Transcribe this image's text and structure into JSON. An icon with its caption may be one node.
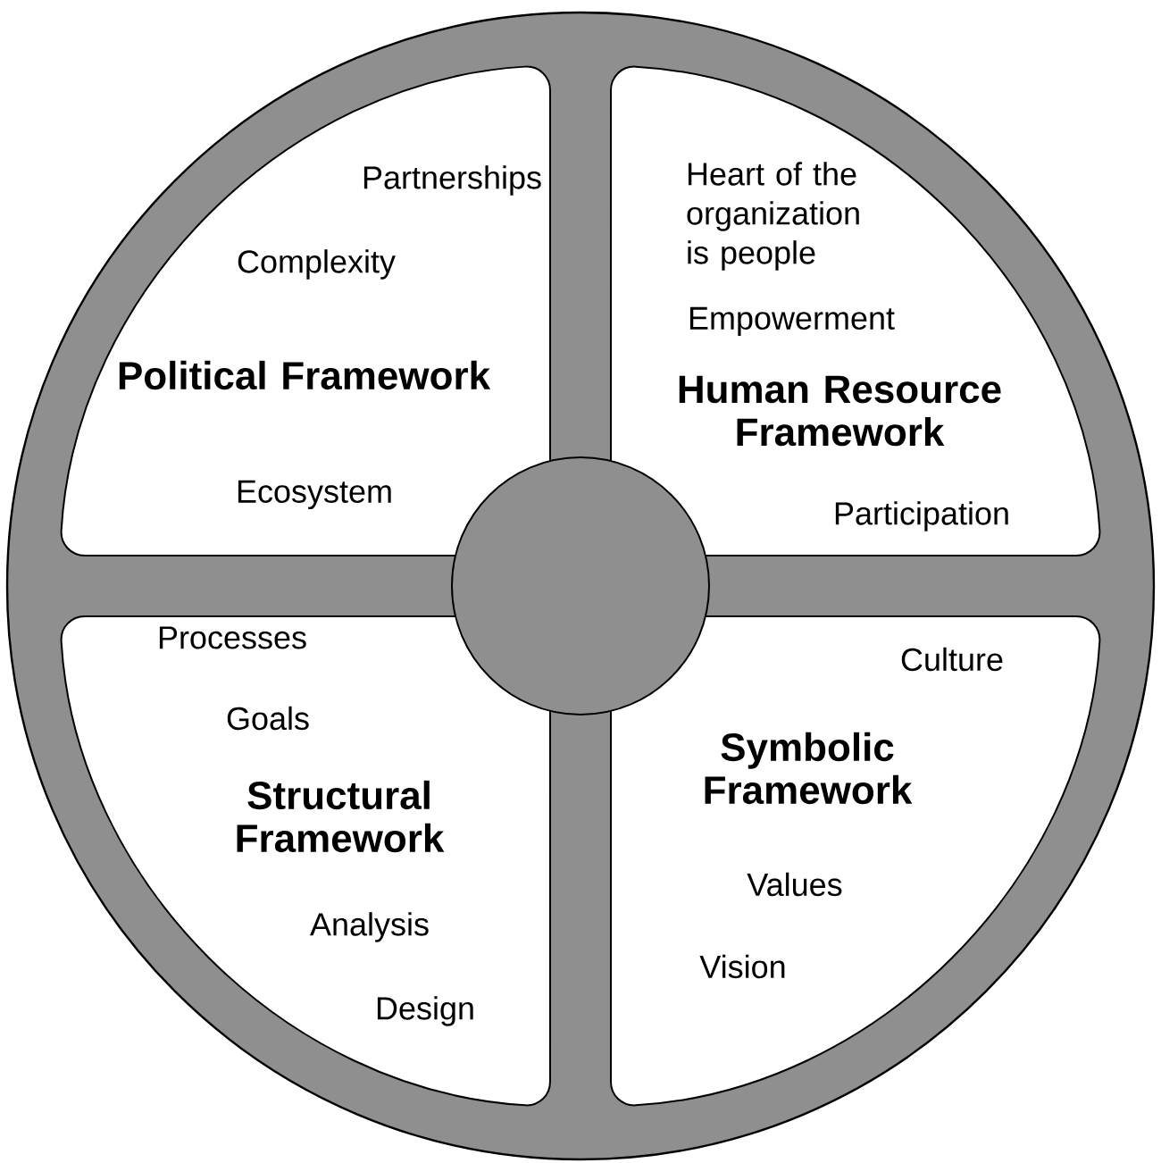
{
  "diagram": {
    "nodes": [
      {
        "text": [
          "Partnerships",
          "Complexity",
          "Political Framework",
          "Ecosystem"
        ]
      },
      {
        "text": [
          "Heart of the organization is people",
          "Empowerment",
          "Human Resource Framework",
          "Participation"
        ]
      },
      {
        "text": [
          "Processes",
          "Goals",
          "Structural Framework",
          "Analysis",
          "Design"
        ]
      },
      {
        "text": [
          "Culture",
          "Symbolic Framework",
          "Values",
          "Vision"
        ]
      },
      {
        "text": [],
        "shape": "circle"
      }
    ]
  }
}
